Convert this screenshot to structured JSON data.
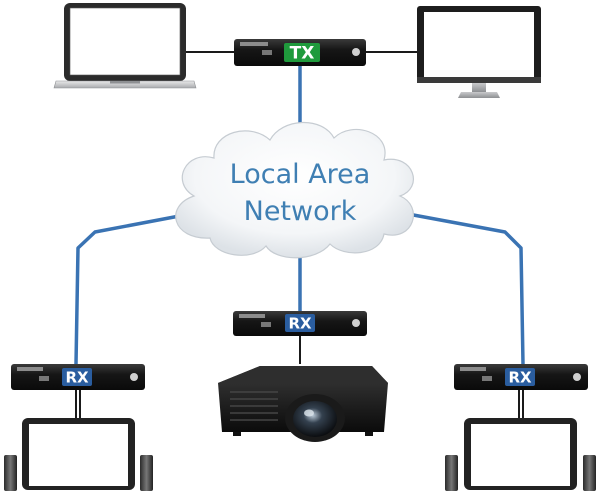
{
  "cloud": {
    "line1": "Local Area",
    "line2": "Network"
  },
  "transmitter": {
    "badge": "TX",
    "badge_color": "#1f9a3c"
  },
  "receivers": [
    {
      "badge": "RX"
    },
    {
      "badge": "RX"
    },
    {
      "badge": "RX"
    }
  ],
  "colors": {
    "link_line": "#3a73b3",
    "rx_badge": "#2a5d9f",
    "device_body": "#1c1c1c"
  },
  "devices": [
    "laptop-icon",
    "monitor-icon",
    "projector-icon",
    "display-icon",
    "speaker-icon"
  ]
}
